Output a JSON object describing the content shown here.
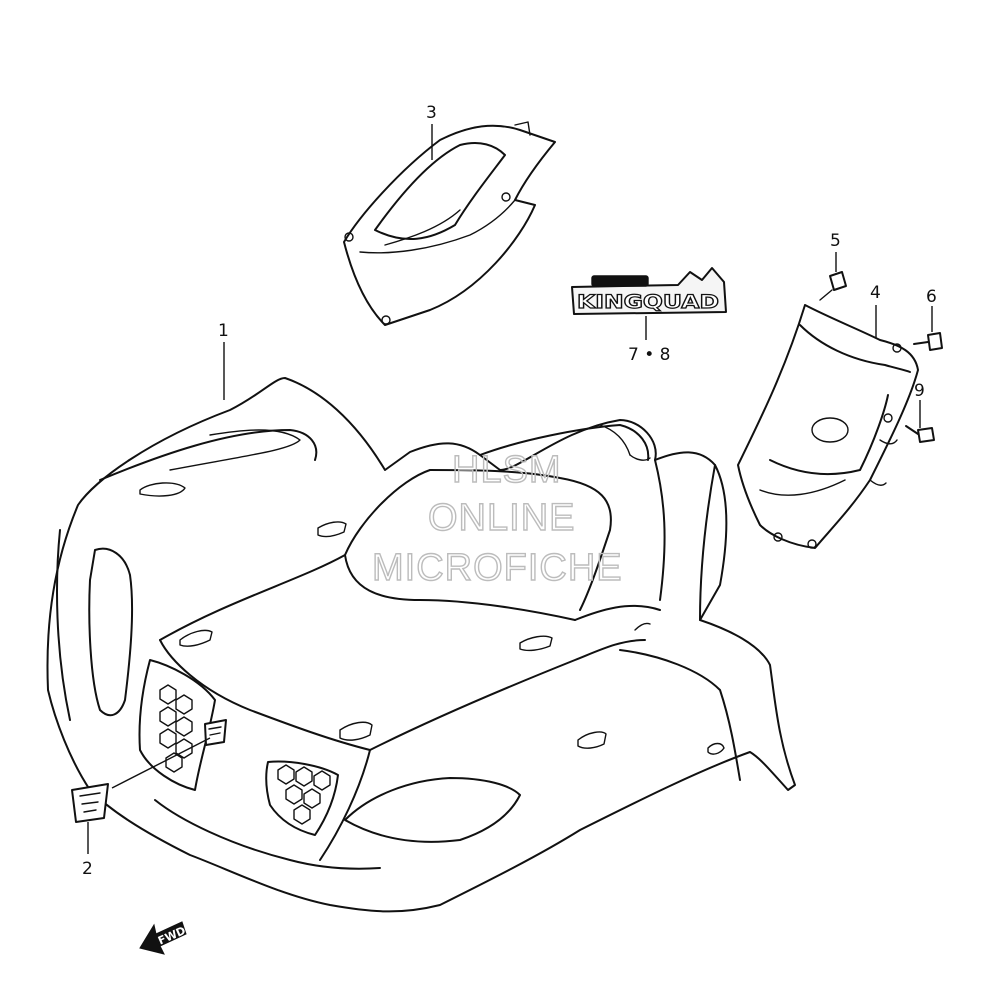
{
  "callouts": {
    "p1": "1",
    "p2": "2",
    "p3": "3",
    "p4": "4",
    "p5": "5",
    "p6": "6",
    "p78": "7 • 8",
    "p9": "9"
  },
  "decal": {
    "text": "KINGQUAD"
  },
  "direction": {
    "label": "FWD"
  },
  "watermark": {
    "line1": "HLSM",
    "line2": "ONLINE",
    "line3": "MICROFICHE"
  }
}
